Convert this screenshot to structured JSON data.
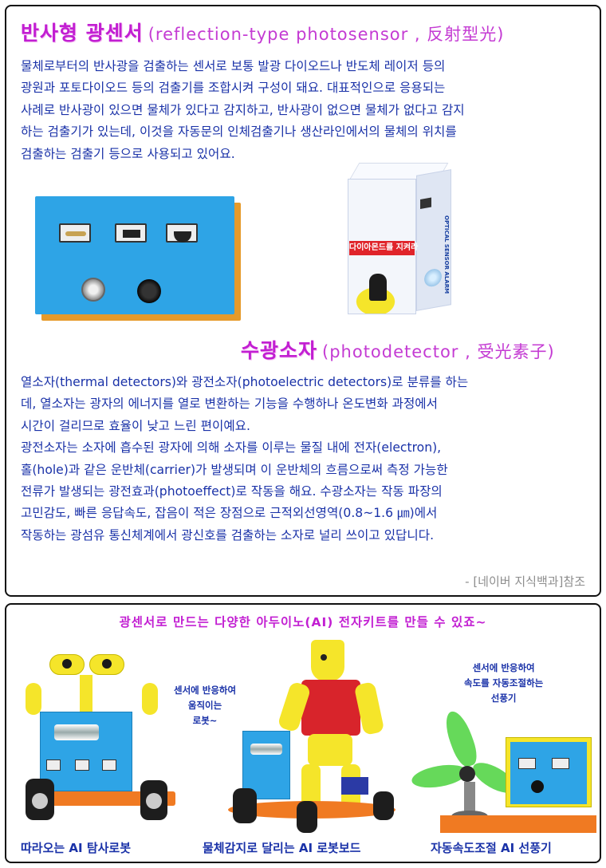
{
  "reflection": {
    "title_ko": "반사형 광센서",
    "title_en": "(reflection-type photosensor , 反射型光)",
    "lines": [
      "물체로부터의 반사광을 검출하는 센서로 보통 발광 다이오드나  반도체 레이저 등의",
      "광원과 포토다이오드 등의 검출기를 조합시켜 구성이 돼요. 대표적인으로 응용되는",
      "사례로 반사광이 있으면 물체가 있다고 감지하고, 반사광이 없으면 물체가 없다고 감지",
      "하는 검출기가 있는데, 이것을 자동문의  인체검출기나 생산라인에서의 물체의 위치를",
      "검출하는 검출기 등으로 사용되고 있어요."
    ],
    "box_label": "다이아몬드를 지켜라",
    "box_side_text": "OPTICAL SENSOR ALARM"
  },
  "photodetector": {
    "title_ko": "수광소자",
    "title_en": "(photodetector , 受光素子)",
    "lines": [
      "열소자(thermal detectors)와  광전소자(photoelectric detectors)로 분류를 하는",
      "데, 열소자는 광자의 에너지를 열로  변환하는 기능을 수행하나 온도변화 과정에서",
      "시간이 걸리므로  효율이 낮고 느린 편이예요.",
      " 광전소자는 소자에 흡수된 광자에 의해 소자를 이루는 물질 내에 전자(electron),",
      "홀(hole)과 같은 운반체(carrier)가 발생되며 이 운반체의 흐름으로써 측정 가능한",
      " 전류가 발생되는 광전효과(photoeffect)로 작동을 해요. 수광소자는 작동 파장의",
      "고민감도, 빠른 응답속도, 잡음이 적은 장점으로 근적외선영역(0.8~1.6 ㎛)에서",
      " 작동하는 광섬유 통신체계에서 광신호를 검출하는 소자로 널리 쓰이고 있답니다."
    ],
    "source": "- [네이버 지식백과]참조"
  },
  "bottom": {
    "headline": "광센서로 만드는 다양한  아두이노(AI) 전자키트를 만들 수 있죠~",
    "bubble_robot": [
      "센서에 반응하여",
      "움직이는",
      "로봇~"
    ],
    "bubble_fan": [
      "센서에 반응하여",
      "속도를 자동조절하는",
      "선풍기"
    ],
    "captions": [
      "따라오는 AI 탐사로봇",
      "물체감지로 달리는 AI 로봇보드",
      "자동속도조절 AI 선풍기"
    ]
  },
  "colors": {
    "title_magenta": "#c21fd2",
    "body_blue": "#1a32a8",
    "board_blue": "#2ea4e6",
    "board_orange": "#e69a2a",
    "robot_yellow": "#f5e52a",
    "robot_red": "#d8242b",
    "fan_green": "#66d95a"
  }
}
